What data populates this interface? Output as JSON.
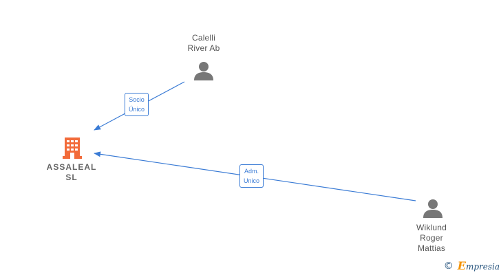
{
  "nodes": {
    "company": {
      "lines": [
        "ASSALEAL",
        "SL"
      ],
      "icon": "building-icon",
      "color": "#f26b3a"
    },
    "person_calelli": {
      "lines": [
        "Calelli",
        "River Ab"
      ],
      "icon": "person-icon",
      "color": "#777777"
    },
    "person_wiklund": {
      "lines": [
        "Wiklund",
        "Roger",
        "Mattias"
      ],
      "icon": "person-icon",
      "color": "#777777"
    }
  },
  "edges": [
    {
      "from": "person_calelli",
      "to": "company",
      "lines": [
        "Socio",
        "Único"
      ]
    },
    {
      "from": "person_wiklund",
      "to": "company",
      "lines": [
        "Adm.",
        "Unico"
      ]
    }
  ],
  "edge_color": "#3a7bd5",
  "footer": {
    "copyright_symbol": "©",
    "brand_initial": "E",
    "brand_rest": "mpresia",
    "brand_color": "#1f4e79",
    "accent_color": "#f39200"
  }
}
